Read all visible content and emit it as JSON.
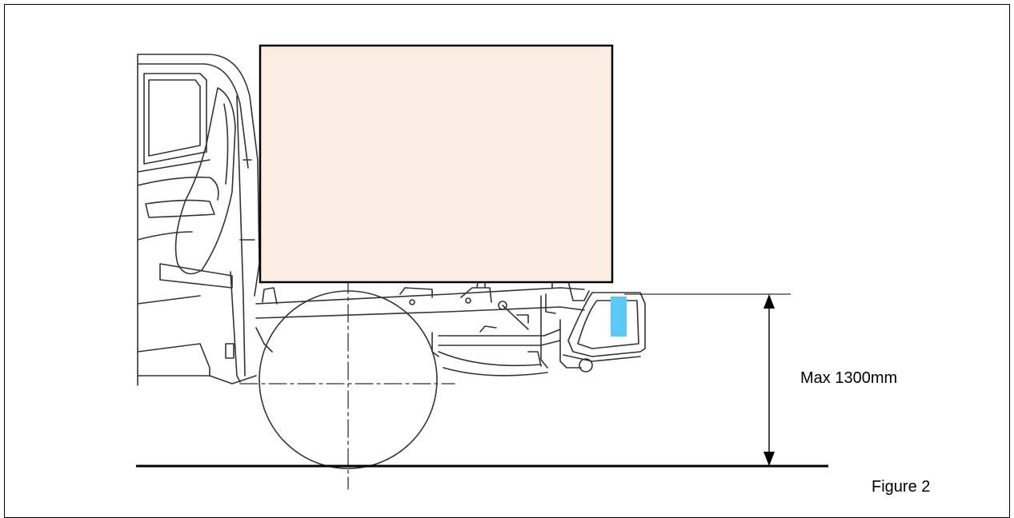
{
  "figure": {
    "dimension_label": "Max 1300mm",
    "caption": "Figure 2"
  },
  "colors": {
    "load_box_fill": "#fcede3",
    "marker_fill": "#5bc8f5",
    "line": "#000000",
    "drawing": "#333333"
  },
  "icons": {
    "dimension_arrow": "double-headed-vertical-arrow"
  }
}
